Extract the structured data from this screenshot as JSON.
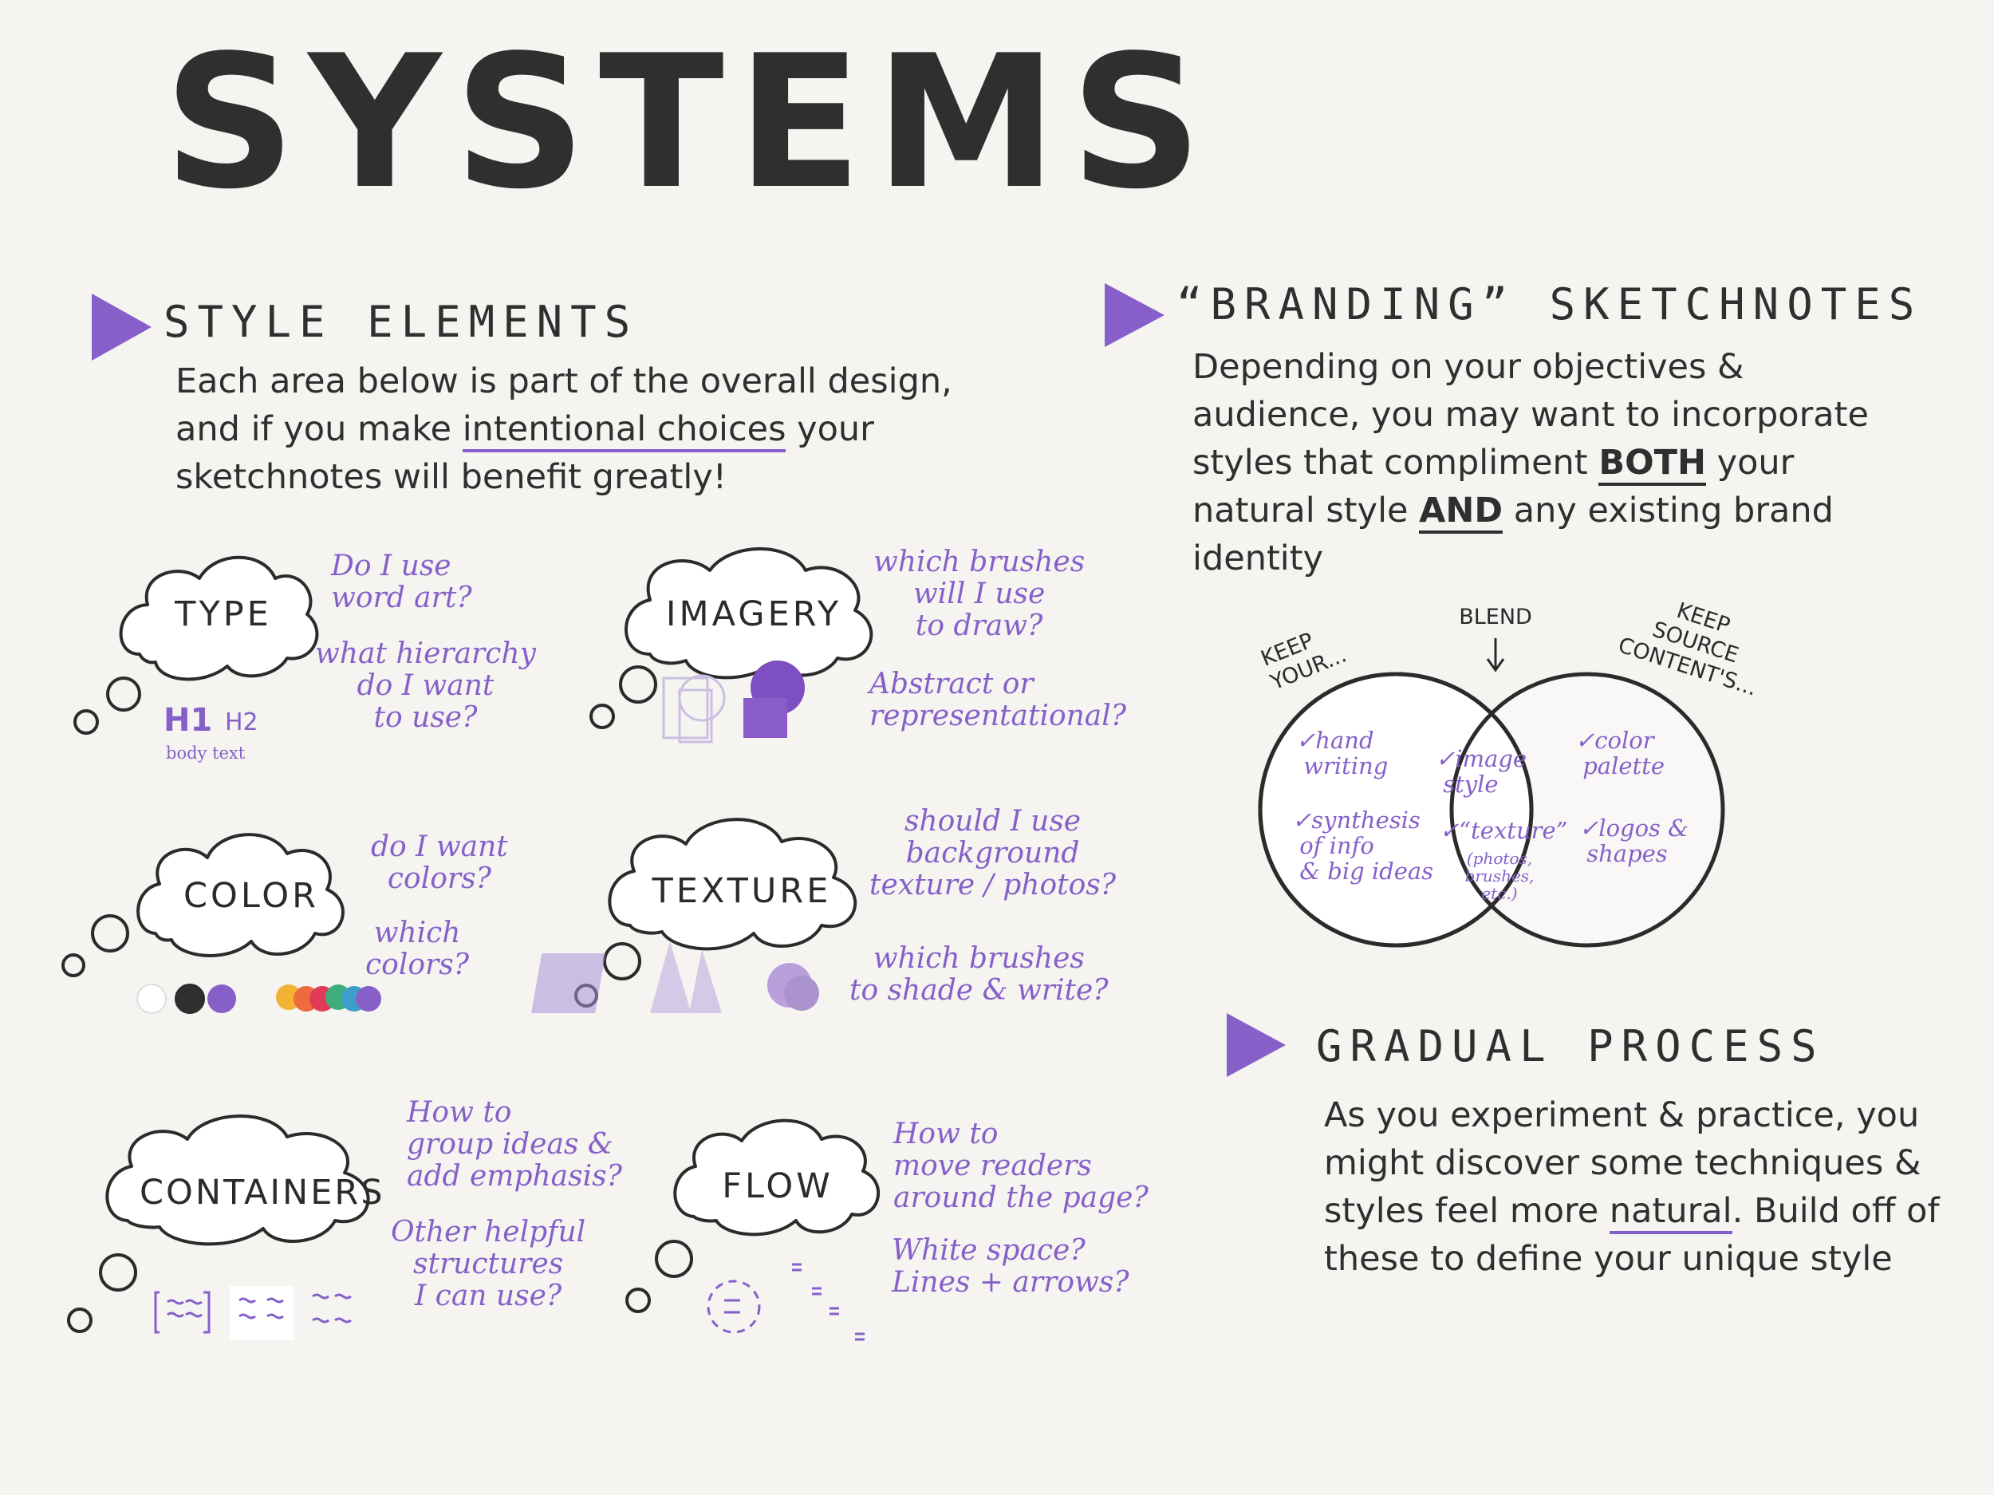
{
  "title": "SYSTEMS",
  "sections": {
    "style_elements": {
      "heading": "STYLE ELEMENTS",
      "intro_pre": "Each area below is part of the overall design, and if you make",
      "intro_ul": "intentional choices",
      "intro_post": "your sketchnotes will benefit greatly!"
    },
    "branding": {
      "heading": "“BRANDING” SKETCHNOTES",
      "text_pre": "Depending on your objectives & audience, you may want to incorporate styles that compliment",
      "both": "BOTH",
      "text_mid": "your natural style",
      "and": "AND",
      "text_post": "any existing brand identity"
    },
    "gradual": {
      "heading": "GRADUAL PROCESS",
      "text_pre": "As you experiment & practice, you might discover some techniques & styles feel more",
      "natural": "natural",
      "text_post": ". Build off of these to define your unique style"
    }
  },
  "clouds": {
    "type": {
      "label": "TYPE",
      "q1": "Do I use\nword art?",
      "q2": "what hierarchy\ndo I want\nto use?",
      "h1": "H1",
      "h2": "H2",
      "body": "body text"
    },
    "imagery": {
      "label": "IMAGERY",
      "q1": "which brushes\nwill I use\nto draw?",
      "q2": "Abstract or\nrepresentational?"
    },
    "color": {
      "label": "COLOR",
      "q1": "do I want\ncolors?",
      "q2": "which\ncolors?"
    },
    "texture": {
      "label": "TEXTURE",
      "q1": "should I use\nbackground\ntexture / photos?",
      "q2": "which brushes\nto shade & write?"
    },
    "containers": {
      "label": "CONTAINERS",
      "q1": "How to\ngroup ideas &\nadd emphasis?",
      "q2": "Other helpful\nstructures\nI can use?"
    },
    "flow": {
      "label": "FLOW",
      "q1": "How to\nmove readers\naround the page?",
      "q2": "White space?\nLines + arrows?"
    }
  },
  "venn": {
    "blend": "BLEND",
    "keep_your": "KEEP\nYOUR...",
    "keep_source": "KEEP\nSOURCE\nCONTENT'S...",
    "left_items": [
      "✓hand\n writing",
      "✓synthesis\n of info\n & big ideas"
    ],
    "center_items": [
      "✓image\n style",
      "✓“texture”"
    ],
    "center_note": "(photos,\nbrushes,\netc.)",
    "right_items": [
      "✓color\n palette",
      "✓logos &\n shapes"
    ]
  },
  "colors": {
    "accent": "#8660c8",
    "ink": "#2f2f2f",
    "background": "#f5f4f1",
    "palette_swatches": [
      "#ffffff",
      "#2f2f2f",
      "#8660c8",
      "#f2b233",
      "#ef6a3c",
      "#e03c5a",
      "#3fae7d",
      "#3c9fc9",
      "#8660c8"
    ]
  }
}
